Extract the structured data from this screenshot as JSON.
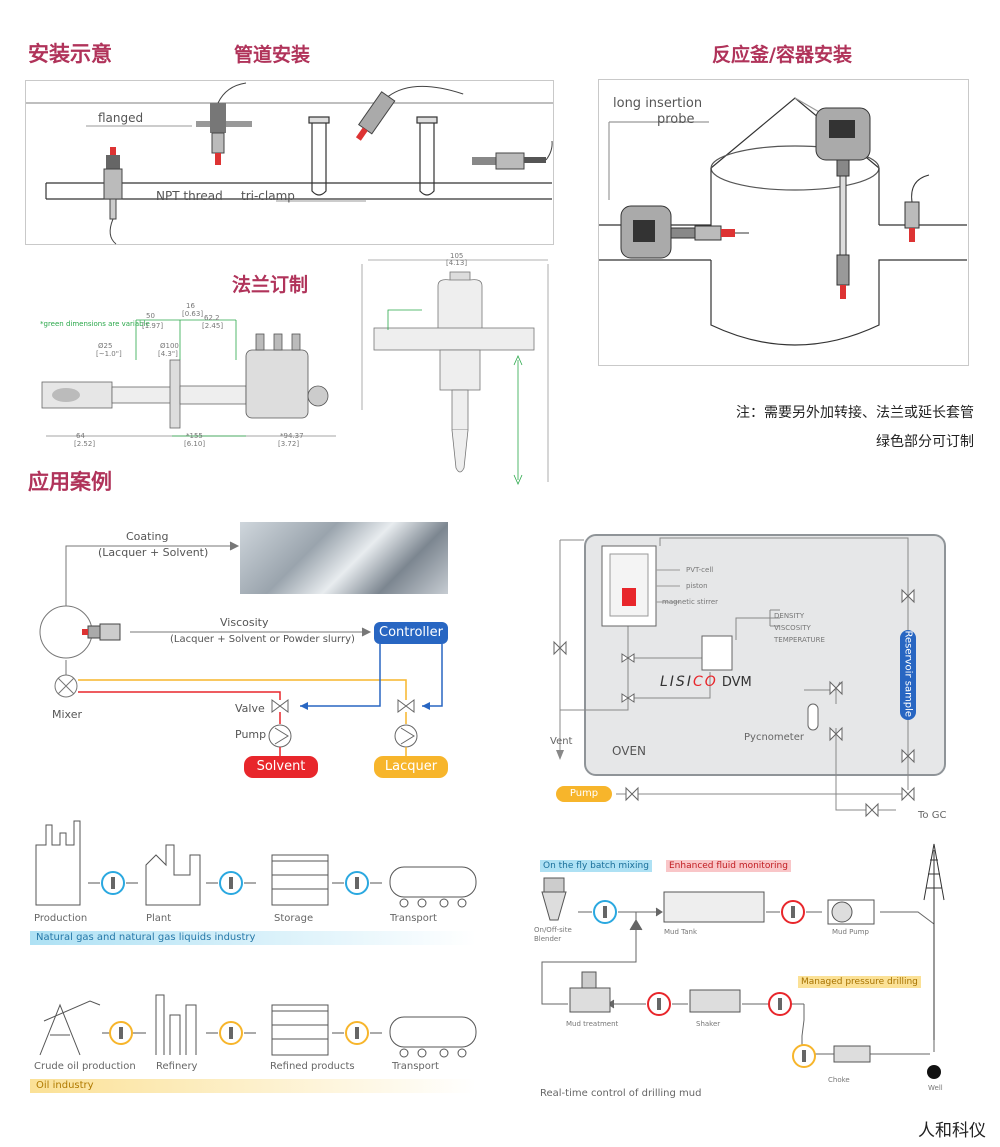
{
  "headings": {
    "install": "安装示意",
    "pipe": "管道安装",
    "vessel": "反应釜/容器安装",
    "flange": "法兰订制",
    "cases": "应用案例"
  },
  "pipe_labels": {
    "flanged": "flanged",
    "npt": "NPT thread",
    "triclamp": "tri-clamp"
  },
  "vessel_labels": {
    "line1": "long insertion",
    "line2": "probe"
  },
  "notes": {
    "line1": "注：需要另外加转接、法兰或延长套管",
    "line2": "绿色部分可订制"
  },
  "coating": {
    "coating_title": "Coating",
    "coating_sub": "(Lacquer + Solvent)",
    "viscosity_title": "Viscosity",
    "viscosity_sub": "(Lacquer + Solvent or Powder slurry)",
    "controller": "Controller",
    "mixer": "Mixer",
    "valve": "Valve",
    "pump": "Pump",
    "solvent": "Solvent",
    "lacquer": "Lacquer"
  },
  "oven": {
    "pvt": "PVT-cell",
    "piston": "piston",
    "stirrer": "magnetic stirrer",
    "density": "DENSITY",
    "viscosity": "VISCOSITY",
    "temperature": "TEMPERATURE",
    "brand_a": "LISI",
    "brand_b": "CO",
    "brand_c": " DVM",
    "oven": "OVEN",
    "pycnometer": "Pycnometer",
    "reservoir": "Reservoir sample",
    "vent": "Vent",
    "pump": "Pump",
    "to_gc": "To GC"
  },
  "gas_chain": {
    "steps": [
      "Production",
      "Plant",
      "Storage",
      "Transport"
    ],
    "band": "Natural gas and natural gas liquids industry"
  },
  "oil_chain": {
    "steps": [
      "Crude oil production",
      "Refinery",
      "Refined products",
      "Transport"
    ],
    "band": "Oil industry"
  },
  "mud": {
    "tag_batch": "On the fly batch mixing",
    "tag_fluid": "Enhanced fluid monitoring",
    "tag_pressure": "Managed pressure drilling",
    "blender": "On/Off-site Blender",
    "mud_tank": "Mud Tank",
    "mud_pump": "Mud Pump",
    "well": "Well",
    "mud_treatment": "Mud treatment",
    "shaker": "Shaker",
    "choke": "Choke",
    "caption": "Real-time control of drilling mud"
  },
  "drawing": {
    "note": "*green dimensions are variable",
    "d1": "50",
    "d1b": "[1.97]",
    "d2": "16",
    "d2b": "[0.63]",
    "d3": "62.2",
    "d3b": "[2.45]",
    "d4": "Ø25",
    "d4b": "[~1.0\"]",
    "d5": "Ø100",
    "d5b": "[4.3\"]",
    "d6": "64",
    "d6b": "[2.52]",
    "d7": "*155",
    "d7b": "[6.10]",
    "d8": "*94.37",
    "d8b": "[3.72]",
    "t1": "105",
    "t1b": "[4.13]"
  },
  "watermark": "人和科仪",
  "colors": {
    "heading": "#b0335a",
    "controller": "#2866c2",
    "solvent": "#e8262b",
    "lacquer": "#f7b52b",
    "gas_band": "#aee1f4",
    "oil_band": "#fbe196"
  }
}
